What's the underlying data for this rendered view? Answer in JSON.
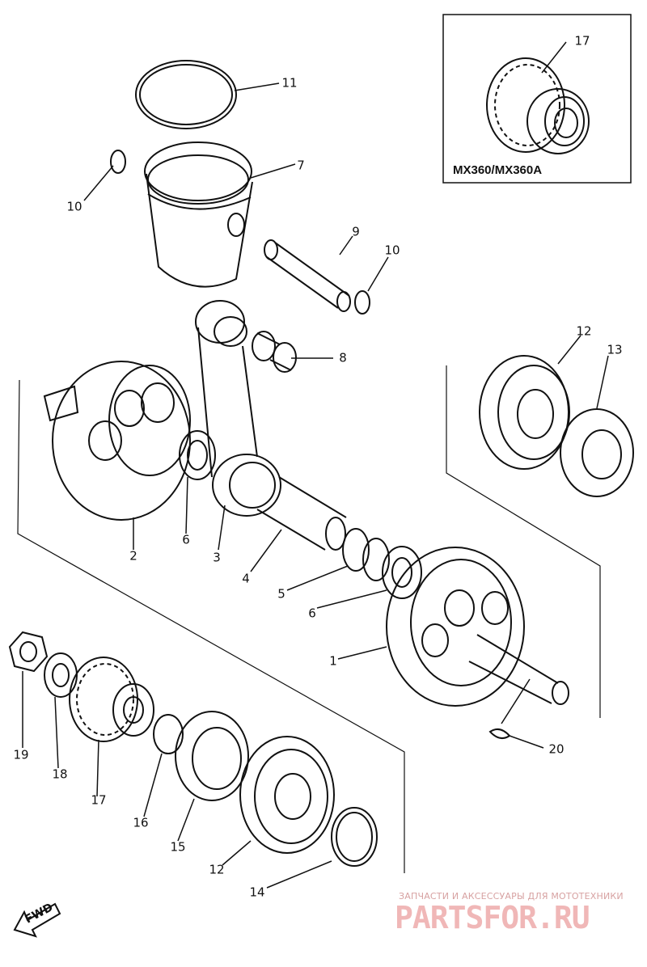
{
  "callouts": {
    "c1": "1",
    "c2": "2",
    "c3": "3",
    "c4": "4",
    "c5": "5",
    "c6a": "6",
    "c6b": "6",
    "c7": "7",
    "c8": "8",
    "c9": "9",
    "c10a": "10",
    "c10b": "10",
    "c11": "11",
    "c12a": "12",
    "c12b": "12",
    "c13": "13",
    "c14": "14",
    "c15": "15",
    "c16": "16",
    "c17a": "17",
    "c17b": "17",
    "c18": "18",
    "c19": "19",
    "c20": "20"
  },
  "inset": {
    "variant_label": "MX360/MX360A"
  },
  "direction": {
    "label": "FWD"
  },
  "watermark": {
    "tagline": "ЗАПЧАСТИ И АКСЕССУАРЫ ДЛЯ МОТОТЕХНИКИ",
    "brand": "PARTSFOR.RU"
  },
  "colors": {
    "ink": "#111111",
    "paper": "#ffffff",
    "watermark": "#f0b7b7"
  }
}
